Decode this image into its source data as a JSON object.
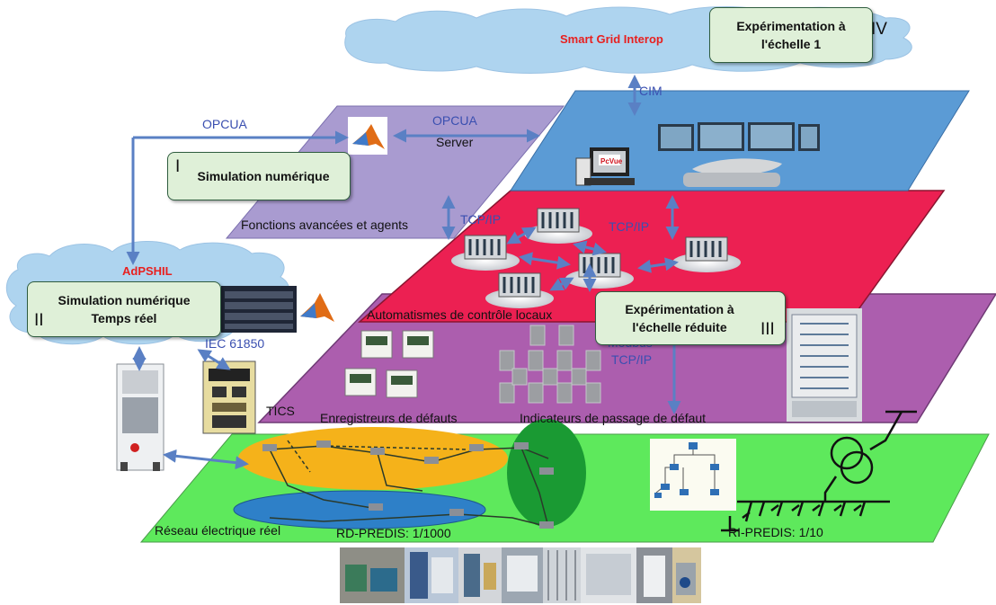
{
  "colors": {
    "cloud": "#aed4ef",
    "layer_top": "#5b9bd5",
    "layer_advanced": "#a99bd0",
    "layer_red": "#ec2052",
    "layer_purple": "#ac5eae",
    "layer_green": "#5ee95c",
    "arrow": "#5a80c4",
    "box_fill": "#dff0d8"
  },
  "clouds": {
    "top_title": "Smart Grid Interop",
    "left_title": "AdPSHIL"
  },
  "boxes": {
    "exp_full_scale": {
      "line1": "Expérimentation à",
      "line2": "l'échelle 1",
      "roman": "IV"
    },
    "sim_numeric": {
      "line1": "Simulation numérique",
      "roman": "I"
    },
    "sim_realtime": {
      "line1": "Simulation numérique",
      "line2": "Temps réel",
      "roman": "II"
    },
    "exp_reduced_scale": {
      "line1": "Expérimentation à",
      "line2": "l'échelle réduite",
      "roman": "III"
    }
  },
  "labels": {
    "opcua_left": "OPCUA",
    "opcua_server_1": "OPCUA",
    "opcua_server_2": "Server",
    "cim": "CIM",
    "advanced_functions": "Fonctions avancées et agents",
    "tcpip_left": "TCP/IP",
    "tcpip_right": "TCP/IP",
    "local_automation": "Automatismes de contrôle locaux",
    "iec": "IEC 61850",
    "modbus_1": "Modbus",
    "modbus_2": "TCP/IP",
    "tics": "TICS",
    "fault_recorders": "Enregistreurs de défauts",
    "fault_indicators": "Indicateurs de passage de défaut",
    "real_network": "Réseau électrique réel",
    "rd_predis": "RD-PREDIS: 1/1000",
    "ri_predis": "RI-PREDIS: 1/10",
    "pcvue_logo": "PcVue"
  },
  "icons": [
    "matlab-icon",
    "computer-icon",
    "control-room-icon",
    "plc-icon",
    "fault-recorder-icon",
    "fault-indicator-icon",
    "hil-rack-icon",
    "cabinet-icon",
    "tics-panel-icon",
    "control-panel-icon",
    "transformer-icon",
    "single-line-diagram-icon",
    "photo-strip"
  ]
}
